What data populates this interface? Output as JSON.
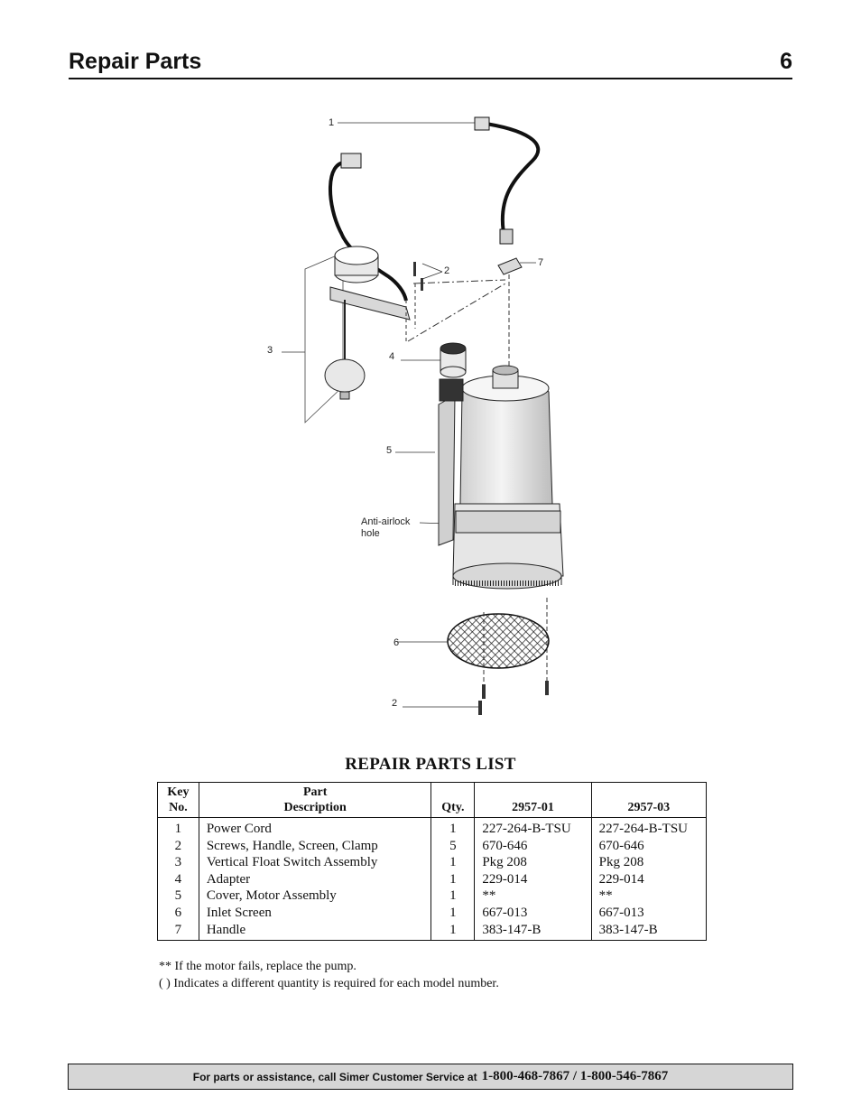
{
  "header": {
    "title": "Repair Parts",
    "page_number": "6"
  },
  "diagram": {
    "callouts": {
      "c1": "1",
      "c2a": "2",
      "c2b": "2",
      "c3": "3",
      "c4": "4",
      "c5": "5",
      "c6": "6",
      "c7": "7",
      "anti1": "Anti-airlock",
      "anti2": "hole"
    }
  },
  "parts_list": {
    "title": "REPAIR PARTS LIST",
    "headers": {
      "key_line1": "Key",
      "key_line2": "No.",
      "desc_line1": "Part",
      "desc_line2": "Description",
      "qty": "Qty.",
      "model1": "2957-01",
      "model2": "2957-03"
    },
    "rows": [
      {
        "key": "1",
        "desc": "Power Cord",
        "qty": "1",
        "m1": "227-264-B-TSU",
        "m2": "227-264-B-TSU"
      },
      {
        "key": "2",
        "desc": "Screws, Handle, Screen, Clamp",
        "qty": "5",
        "m1": "670-646",
        "m2": "670-646"
      },
      {
        "key": "3",
        "desc": "Vertical Float Switch Assembly",
        "qty": "1",
        "m1": "Pkg 208",
        "m2": "Pkg 208"
      },
      {
        "key": "4",
        "desc": "Adapter",
        "qty": "1",
        "m1": "229-014",
        "m2": "229-014"
      },
      {
        "key": "5",
        "desc": "Cover, Motor Assembly",
        "qty": "1",
        "m1": "**",
        "m2": "**"
      },
      {
        "key": "6",
        "desc": "Inlet Screen",
        "qty": "1",
        "m1": "667-013",
        "m2": "667-013"
      },
      {
        "key": "7",
        "desc": "Handle",
        "qty": "1",
        "m1": "383-147-B",
        "m2": "383-147-B"
      }
    ]
  },
  "notes": [
    "** If the motor fails, replace the pump.",
    "( ) Indicates a different quantity is required for each model number."
  ],
  "footer": {
    "lead": "For parts or assistance, call Simer Customer Service at",
    "phones": "1-800-468-7867 / 1-800-546-7867"
  }
}
